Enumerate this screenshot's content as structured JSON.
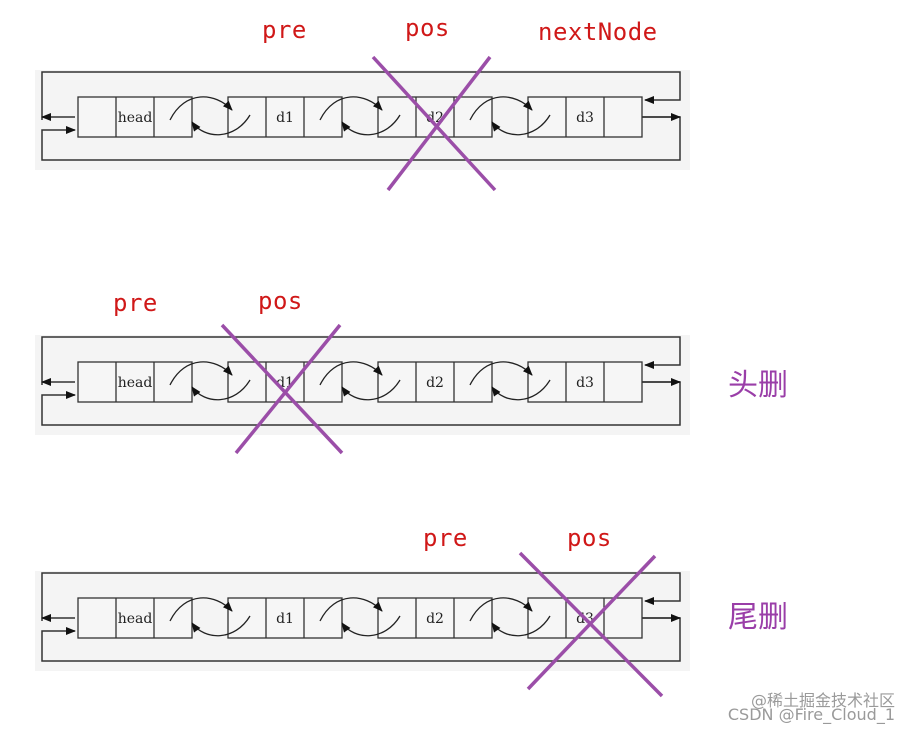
{
  "colors": {
    "pointer_label": "#d01818",
    "operation_label": "#9a3ea8",
    "cross": "#9b4ea8",
    "node_fill": "#f6f6f6",
    "node_stroke": "#333333",
    "watermark": "#9a9a9a"
  },
  "diagrams": [
    {
      "nodes": [
        "head",
        "d1",
        "d2",
        "d3"
      ],
      "crossed_node": "d2",
      "pointers": {
        "pre": "pre",
        "pos": "pos",
        "next": "nextNode"
      },
      "operation": ""
    },
    {
      "nodes": [
        "head",
        "d1",
        "d2",
        "d3"
      ],
      "crossed_node": "d1",
      "pointers": {
        "pre": "pre",
        "pos": "pos"
      },
      "operation": "头删"
    },
    {
      "nodes": [
        "head",
        "d1",
        "d2",
        "d3"
      ],
      "crossed_node": "d3",
      "pointers": {
        "pre": "pre",
        "pos": "pos"
      },
      "operation": "尾删"
    }
  ],
  "watermark": {
    "line1": "@稀土掘金技术社区",
    "line2": "CSDN @Fire_Cloud_1"
  }
}
